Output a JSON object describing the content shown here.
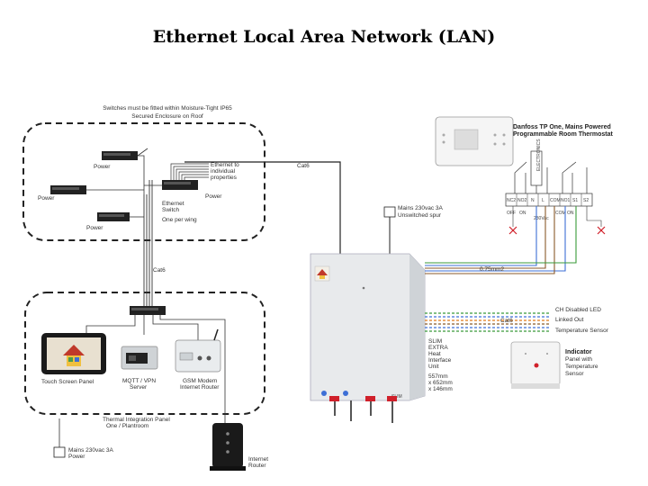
{
  "title": "Ethernet Local Area Network (LAN)",
  "enclosure_note": [
    "Switches must be fitted within Moisture-Tight IP65",
    "Secured Enclosure on Roof"
  ],
  "switches": {
    "power_1": "Power",
    "power_2": "Power",
    "power_3": "Power",
    "power_4": "Power",
    "ethernet_to": [
      "Ethernet to",
      "individual",
      "properties"
    ],
    "ethernet_switch": [
      "Ethernet",
      "Switch"
    ],
    "one_per_wing": "One per wing"
  },
  "cables": {
    "cat6_top": "Cat6",
    "cat6_mid": "Cat6",
    "cat6_right": "Cat6",
    "wire_075": "0.75mm2"
  },
  "spur_top": [
    "Mains 230vac 3A",
    "Unswitched spur"
  ],
  "spur_bottom": [
    "Mains 230vac 3A",
    "Power"
  ],
  "thermostat": [
    "Danfoss TP One, Mains Powered",
    "Programmable Room Thermostat"
  ],
  "thermostat_electronics": "ELECTRONICS",
  "terminals": [
    "NC2",
    "NO2",
    "N",
    "L",
    "COM",
    "NO1",
    "S1",
    "S2"
  ],
  "terminal_notes": [
    "OFF",
    "ON",
    "230Vac",
    "COM",
    "ON"
  ],
  "hiu_label": [
    "SLIM",
    "EXTRA",
    "Heat",
    "Interface",
    "Unit"
  ],
  "hiu_dims": [
    "557mm",
    "x 652mm",
    "x 146mm"
  ],
  "hiu_brand": "SLIM",
  "indicator_lines": [
    "CH Disabled LED",
    "Linked Out",
    "Temperature Sensor"
  ],
  "indicator_panel": [
    "Indicator",
    "Panel with",
    "Temperature",
    "Sensor"
  ],
  "devices": {
    "touch_screen": "Touch Screen Panel",
    "mqtt": [
      "MQTT / VPN",
      "Server"
    ],
    "gsm": [
      "GSM Modem",
      "Internet Router"
    ],
    "thermal_panel": [
      "Thermal Integration Panel",
      "One / Plantroom"
    ],
    "router": [
      "Internet",
      "Router"
    ]
  },
  "colors": {
    "cat6_blue": "#2a4fd6",
    "wire_brown": "#8a5a2b",
    "wire_blue": "#3d6fd6",
    "wire_green": "#3a9a3a",
    "wire_orange": "#e07b1a",
    "valve_red": "#d0202a"
  }
}
